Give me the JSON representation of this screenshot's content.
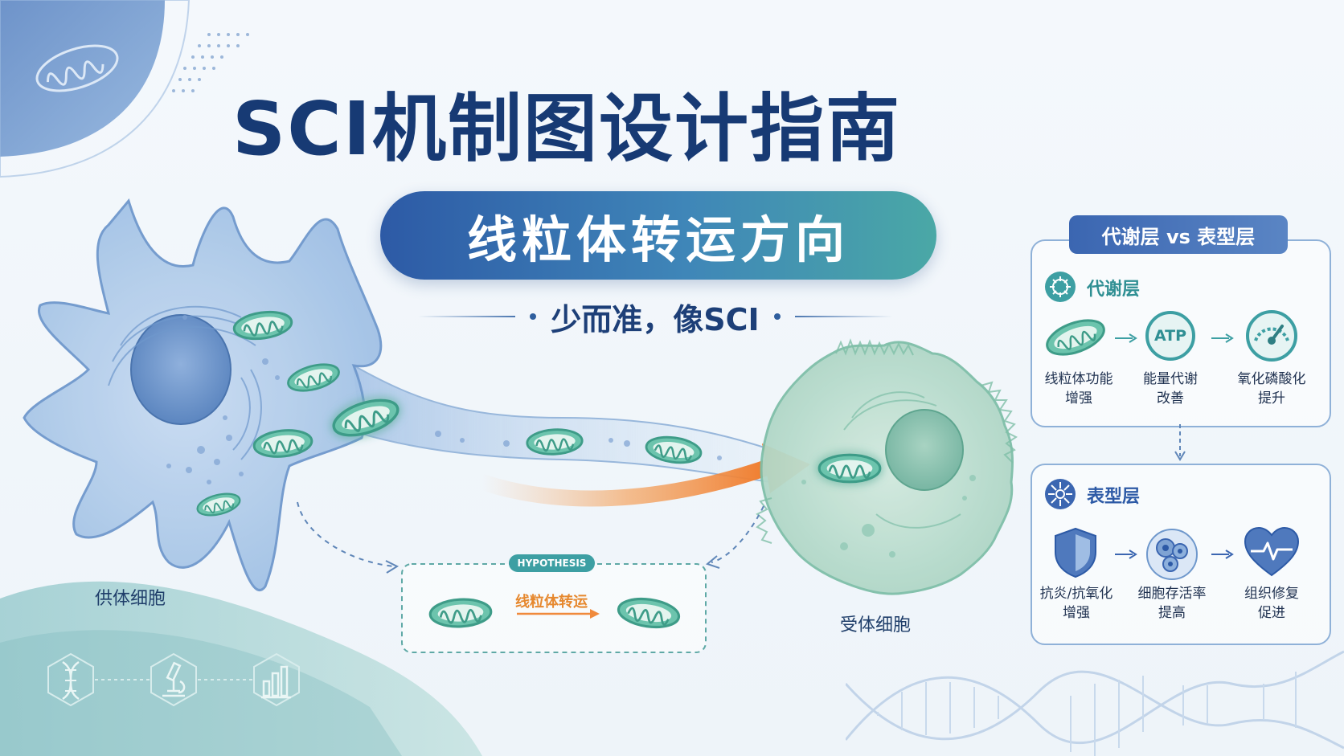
{
  "title": "SCI机制图设计指南",
  "subtitle": "线粒体转运方向",
  "tagline": "少而准，像SCI",
  "donor_cell": {
    "label": "供体细胞"
  },
  "recipient_cell": {
    "label": "受体细胞"
  },
  "hypothesis": {
    "badge": "HYPOTHESIS",
    "label": "线粒体转运"
  },
  "panel": {
    "header": "代谢层 vs 表型层",
    "metabolic": {
      "title": "代谢层",
      "steps": [
        {
          "icon": "mitochondrion-icon",
          "line1": "线粒体功能",
          "line2": "增强"
        },
        {
          "icon": "atp-icon",
          "badge": "ATP",
          "line1": "能量代谢",
          "line2": "改善"
        },
        {
          "icon": "gauge-icon",
          "line1": "氧化磷酸化",
          "line2": "提升"
        }
      ]
    },
    "phenotype": {
      "title": "表型层",
      "steps": [
        {
          "icon": "shield-icon",
          "line1": "抗炎/抗氧化",
          "line2": "增强"
        },
        {
          "icon": "cells-icon",
          "line1": "细胞存活率",
          "line2": "提高"
        },
        {
          "icon": "heart-pulse-icon",
          "line1": "组织修复",
          "line2": "促进"
        }
      ]
    }
  },
  "bottom_icons": [
    "dna-icon",
    "microscope-icon",
    "bar-chart-icon"
  ],
  "colors": {
    "title": "#173a74",
    "donor_cell": "#a9c4e6",
    "recipient_cell": "#b9dccd",
    "mitochondrion": "#5fbfa8",
    "arrow": "#f08a3c",
    "accent_teal": "#3d9fa3",
    "accent_blue": "#3b66b1"
  }
}
